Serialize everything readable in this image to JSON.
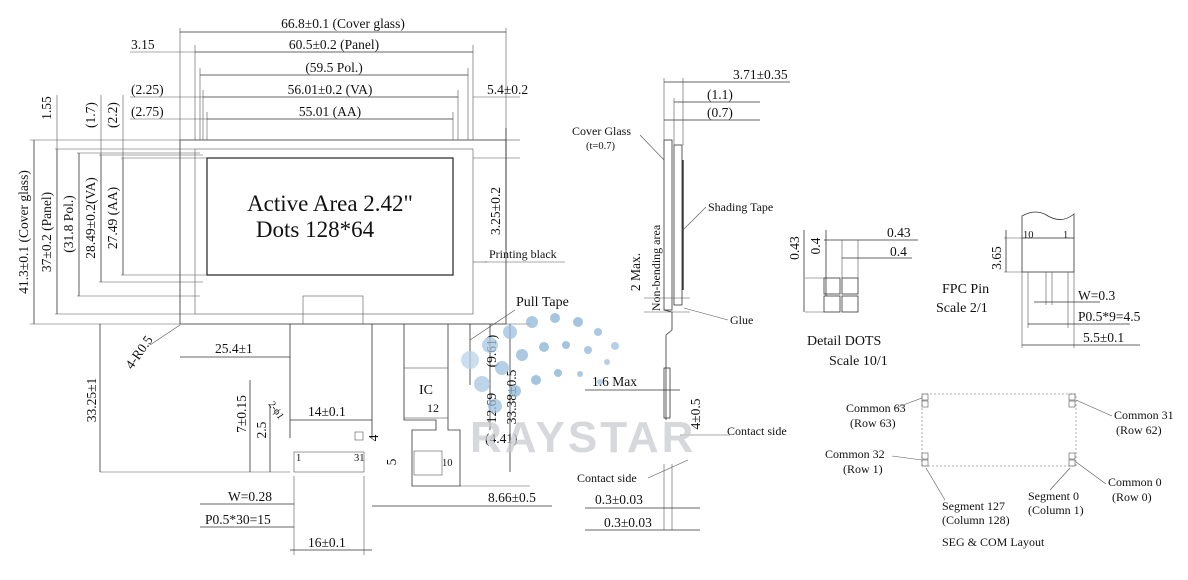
{
  "front_view": {
    "dims_top": {
      "cover_glass_w": "66.8±0.1 (Cover glass)",
      "panel_w": "60.5±0.2 (Panel)",
      "pol_w": "(59.5 Pol.)",
      "va_w": "56.01±0.2 (VA)",
      "aa_w": "55.01 (AA)",
      "offset_315": "3.15",
      "offset_225": "(2.25)",
      "offset_275": "(2.75)",
      "offset_54": "5.4±0.2"
    },
    "dims_left": {
      "cover_glass_h": "41.3±0.1 (Cover glass)",
      "panel_h": "37±0.2 (Panel)",
      "pol_h": "(31.8 Pol.)",
      "va_h": "28.49±0.2(VA)",
      "aa_h": "27.49 (AA)",
      "offset_155": "1.55",
      "offset_17": "(1.7)",
      "offset_22": "(2.2)"
    },
    "active_area_text": "Active Area 2.42\"",
    "dots_text": "Dots 128*64",
    "right_325": "3.25±0.2",
    "printing_black": "Printing black",
    "pull_tape": "Pull Tape",
    "corner_radius": "4-R0.5",
    "fpc_offset": "25.4±1",
    "fpc_length": "33.25±1",
    "dim_961": "(9.61)",
    "dim_1269": "12.69",
    "dim_3338": "33.38±0.5",
    "dim_441": "(4.41)",
    "dim_866": "8.66±0.5",
    "dim_715": "7±0.15",
    "dim_25": "2.5",
    "dim_2phi": "2-ϕ1",
    "dim_14": "14±0.1",
    "dim_4": "4",
    "dim_5": "5",
    "ic_label": "IC",
    "ic_num": "12",
    "pin_1": "1",
    "pin_31": "31",
    "pin_10": "10",
    "w_028": "W=0.28",
    "p_05_30": "P0.5*30=15",
    "dim_16": "16±0.1"
  },
  "side_view": {
    "thickness": "3.71±0.35",
    "t11": "(1.1)",
    "t07": "(0.7)",
    "cover_glass": "Cover Glass",
    "cover_glass_t": "(t=0.7)",
    "shading_tape": "Shading Tape",
    "two_max": "2 Max.",
    "non_bending": "Non-bending area",
    "glue": "Glue",
    "one6_max": "1.6 Max",
    "dim_4_05": "4±0.5",
    "contact_side_a": "Contact side",
    "contact_side_b": "Contact side",
    "dim_03a": "0.3±0.03",
    "dim_03b": "0.3±0.03"
  },
  "detail_dots": {
    "d043h": "0.43",
    "d04h": "0.4",
    "d043v": "0.43",
    "d04v": "0.4",
    "title": "Detail DOTS",
    "scale": "Scale 10/1"
  },
  "fpc_pin": {
    "pin10": "10",
    "pin1": "1",
    "h365": "3.65",
    "title": "FPC Pin",
    "scale": "Scale 2/1",
    "w03": "W=0.3",
    "p05_9": "P0.5*9=4.5",
    "w55": "5.5±0.1"
  },
  "seg_com": {
    "common63": "Common 63",
    "row63": "(Row 63)",
    "common31": "Common 31",
    "row62": "(Row 62)",
    "common32": "Common 32",
    "row1": "(Row 1)",
    "common0": "Common 0",
    "row0": "(Row 0)",
    "seg127": "Segment 127",
    "col128": "(Column 128)",
    "seg0": "Segment 0",
    "col1": "(Column 1)",
    "title": "SEG & COM  Layout"
  },
  "watermark": "RAYSTAR"
}
